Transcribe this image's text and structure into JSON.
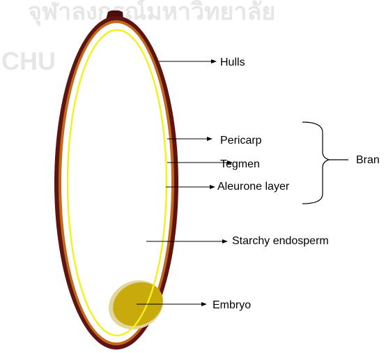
{
  "watermark": {
    "thai_text": "จุฬาลงกรณ์มหาวิทยาลัย",
    "latin_text": "CHU"
  },
  "diagram": {
    "labels": {
      "hulls": "Hulls",
      "pericarp": "Pericarp",
      "tegmen": "Tegmen",
      "aleurone": "Aleurone layer",
      "endosperm": "Starchy endosperm",
      "embryo": "Embryo",
      "bran": "Bran"
    }
  },
  "colors": {
    "hull": "#5e1410",
    "pericarp": "#c4681c",
    "aleurone": "#f2f21a",
    "embryo": "#c9aa0c",
    "embryo_glow": "#e2d6a0",
    "stem": "#4a0f0c",
    "line": "#000000",
    "watermark": "#e6e6e6"
  }
}
